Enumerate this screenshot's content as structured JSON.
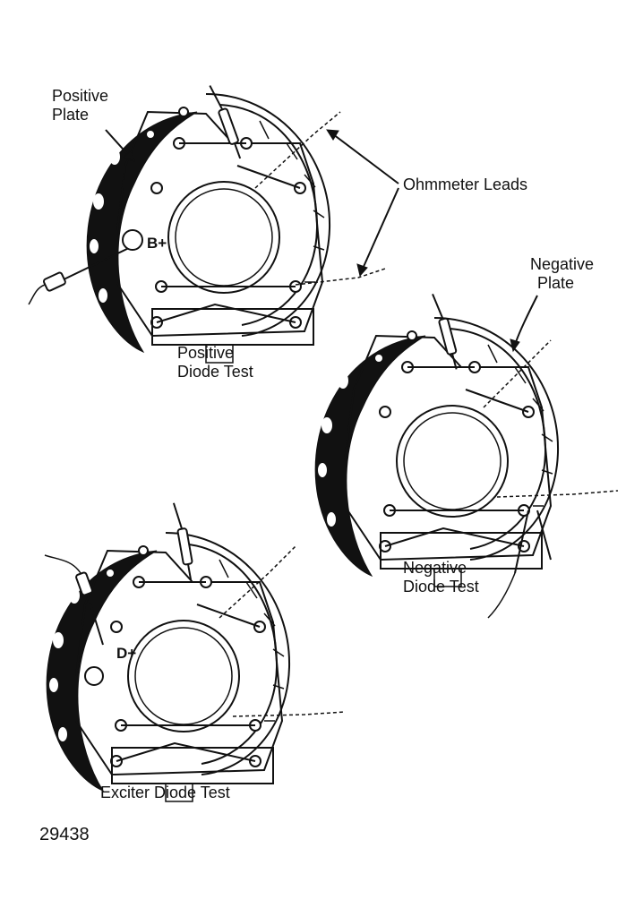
{
  "labels": {
    "positive_plate": [
      "Positive",
      "Plate"
    ],
    "negative_plate": [
      "Negative",
      "Plate"
    ],
    "ohmmeter_leads": "Ohmmeter Leads",
    "positive_diode_test": [
      "Positive",
      "Diode Test"
    ],
    "negative_diode_test": [
      "Negative",
      "Diode Test"
    ],
    "exciter_diode_test": "Exciter Diode Test",
    "figure_number": "29438"
  },
  "terminals": {
    "b_plus": "B+",
    "d_plus": "D+"
  }
}
